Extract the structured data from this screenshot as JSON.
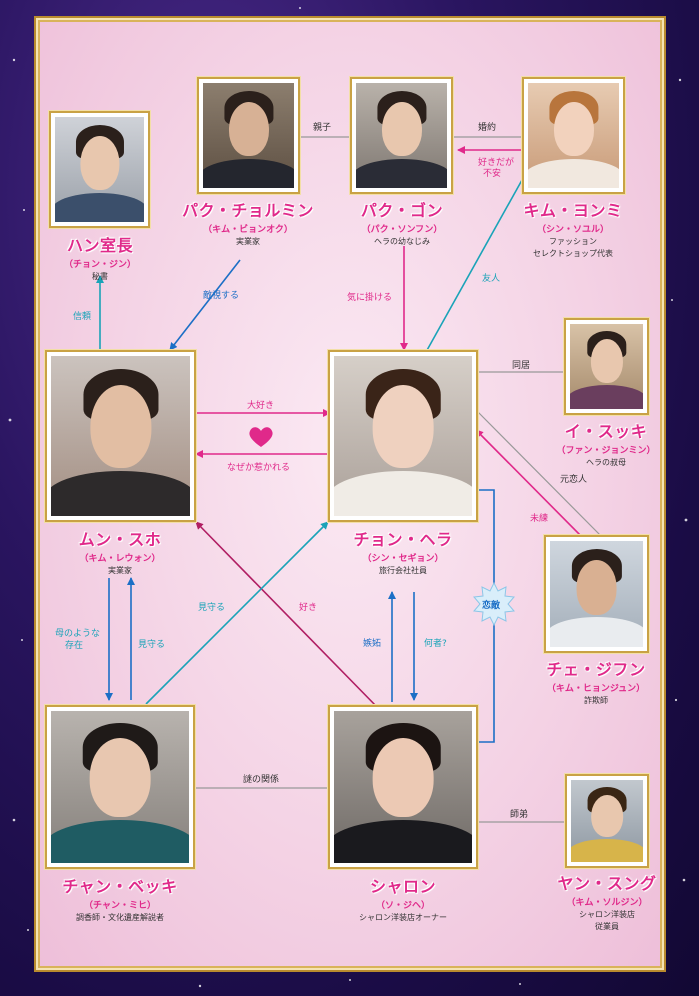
{
  "colors": {
    "pink": "#e0298a",
    "blue": "#1c6fc6",
    "teal": "#1aa3b8",
    "gray": "#888888",
    "gold": "#c9a245"
  },
  "characters": {
    "han": {
      "name": "ハン室長",
      "actor": "（チョン・ジン）",
      "role": [
        "秘書"
      ]
    },
    "park_cm": {
      "name": "パク・チョルミン",
      "actor": "（キム・ビョンオク）",
      "role": [
        "実業家"
      ]
    },
    "park_gon": {
      "name": "パク・ゴン",
      "actor": "（パク・ソンフン）",
      "role": [
        "ヘラの幼なじみ"
      ]
    },
    "kim_ym": {
      "name": "キム・ヨンミ",
      "actor": "（シン・ソユル）",
      "role": [
        "ファッション",
        "セレクトショップ代表"
      ]
    },
    "moon": {
      "name": "ムン・スホ",
      "actor": "（キム・レウォン）",
      "role": [
        "実業家"
      ]
    },
    "hera": {
      "name": "チョン・ヘラ",
      "actor": "（シン・セギョン）",
      "role": [
        "旅行会社社員"
      ]
    },
    "lee_sk": {
      "name": "イ・スッキ",
      "actor": "（ファン・ジョンミン）",
      "role": [
        "ヘラの叔母"
      ]
    },
    "che": {
      "name": "チェ・ジフン",
      "actor": "（キム・ヒョンジュン）",
      "role": [
        "詐欺師"
      ]
    },
    "jang": {
      "name": "チャン・ベッキ",
      "actor": "（チャン・ミヒ）",
      "role": [
        "調香師・文化遺産解説者"
      ]
    },
    "sharon": {
      "name": "シャロン",
      "actor": "（ソ・ジヘ）",
      "role": [
        "シャロン洋装店オーナー"
      ]
    },
    "yang": {
      "name": "ヤン・スング",
      "actor": "（キム・ソルジン）",
      "role": [
        "シャロン洋装店",
        "従業員"
      ]
    }
  },
  "relations": {
    "oyako": "親子",
    "konyaku": "婚約",
    "sukidakedo": [
      "好きだが",
      "不安"
    ],
    "shinrai": "信頼",
    "tekishi": "敵視する",
    "ki_ni_kakeru": "気に掛ける",
    "yujin": "友人",
    "dokyo": "同居",
    "daisuki": "大好き",
    "nazeka": "なぜか惹かれる",
    "motokoibito": "元恋人",
    "miren": "未練",
    "hahanoyouna": [
      "母のような",
      "存在"
    ],
    "mimamoru1": "見守る",
    "mimamoru2": "見守る",
    "suki": "好き",
    "shitto": "嫉妬",
    "nanimono": "何者?",
    "koigataki": "恋敵",
    "nazo": "謎の関係",
    "shitei": "師弟"
  }
}
